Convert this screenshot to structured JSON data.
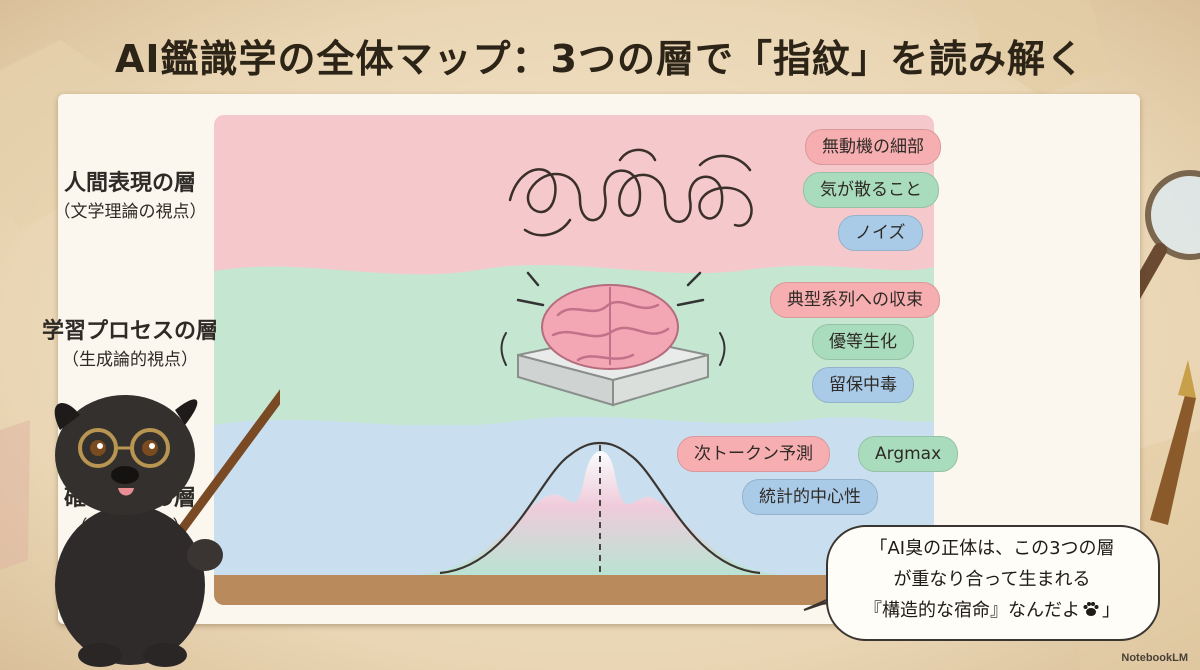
{
  "title": "AI鑑識学の全体マップ：3つの層で「指紋」を読み解く",
  "layers": [
    {
      "name": "人間表現の層",
      "sub": "（文学理論の視点）",
      "color": "#f5c9cb",
      "tags": [
        "無動機の細部",
        "気が散ること",
        "ノイズ"
      ]
    },
    {
      "name": "学習プロセスの層",
      "sub": "（生成論的視点）",
      "color": "#c5e7d2",
      "tags": [
        "典型系列への収束",
        "優等生化",
        "留保中毒"
      ]
    },
    {
      "name": "確率分布の層",
      "sub": "（統計的視点）",
      "color": "#c9dff0",
      "tags": [
        "次トークン予測",
        "Argmax",
        "統計的中心性"
      ]
    }
  ],
  "bubble": {
    "line1": "「AI臭の正体は、この3つの層",
    "line2": "が重なり合って生まれる",
    "line3": "『構造的な宿命』なんだよ",
    "line3_end": "」"
  },
  "brand": "NotebookLM",
  "icons": [
    "scribble-icon",
    "brain-icon",
    "probability-mountain-icon",
    "pug-mascot-icon",
    "paw-icon",
    "magnifier-icon",
    "fountain-pen-icon"
  ]
}
